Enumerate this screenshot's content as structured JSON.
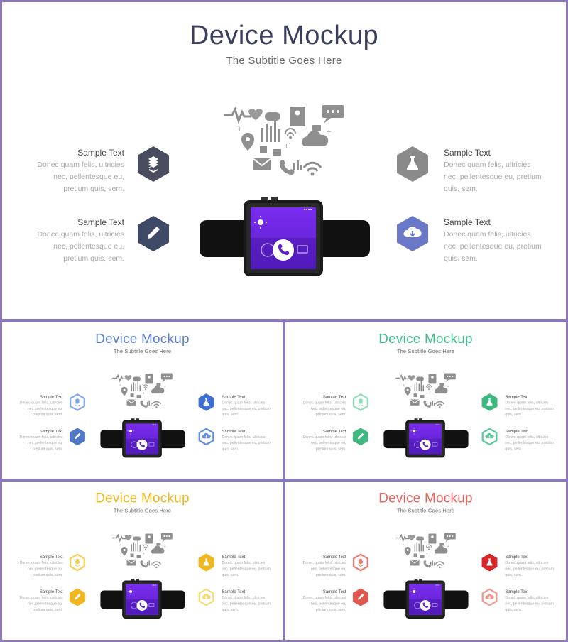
{
  "slides": [
    {
      "title": "Device Mockup",
      "subtitle": "The Subtitle Goes Here",
      "accent": "#3b3f5c",
      "hex": [
        "#4a4d5e",
        "#3e4a66",
        "#8a8a8a",
        "#6a78c8"
      ],
      "items": [
        {
          "label": "Sample Text",
          "text": "Donec quam felis, ultricies nec, pellentesque eu, pretium quis, sem."
        },
        {
          "label": "Sample Text",
          "text": "Donec quam felis, ultricies nec, pellentesque eu, pretium quis, sem."
        },
        {
          "label": "Sample Text",
          "text": "Donec quam felis, ultricies nec, pellentesque eu, pretium quis, sem."
        },
        {
          "label": "Sample Text",
          "text": "Donec quam felis, ultricies nec, pellentesque eu, pretium quis, sem."
        }
      ]
    },
    {
      "title": "Device Mockup",
      "subtitle": "The Subtitle Goes Here",
      "accent": "#5b7fcf",
      "hex": [
        "#7fa6ea",
        "#4f78c8",
        "#3f6fd0",
        "#5f8ee0"
      ],
      "items": [
        {
          "label": "Sample Text",
          "text": "Donec quam felis, ultricies nec, pellentesque eu, pretium quis, sem."
        },
        {
          "label": "Sample Text",
          "text": "Donec quam felis, ultricies nec, pellentesque eu, pretium quis, sem."
        },
        {
          "label": "Sample Text",
          "text": "Donec quam felis, ultricies nec, pellentesque eu, pretium quis, sem."
        },
        {
          "label": "Sample Text",
          "text": "Donec quam felis, ultricies nec, pellentesque eu, pretium quis, sem."
        }
      ]
    },
    {
      "title": "Device Mockup",
      "subtitle": "The Subtitle Goes Here",
      "accent": "#3fbf8a",
      "hex": [
        "#8fdcb8",
        "#3fb87f",
        "#3fb87f",
        "#5cc99a"
      ],
      "items": [
        {
          "label": "Sample Text",
          "text": "Donec quam felis, ultricies nec, pellentesque eu, pretium quis, sem."
        },
        {
          "label": "Sample Text",
          "text": "Donec quam felis, ultricies nec, pellentesque eu, pretium quis, sem."
        },
        {
          "label": "Sample Text",
          "text": "Donec quam felis, ultricies nec, pellentesque eu, pretium quis, sem."
        },
        {
          "label": "Sample Text",
          "text": "Donec quam felis, ultricies nec, pellentesque eu, pretium quis, sem."
        }
      ]
    },
    {
      "title": "Device Mockup",
      "subtitle": "The Subtitle Goes Here",
      "accent": "#f0b81e",
      "hex": [
        "#f5cf55",
        "#f0b81e",
        "#f0b81e",
        "#f7d979"
      ],
      "items": [
        {
          "label": "Sample Text",
          "text": "Donec quam felis, ultricies nec, pellentesque eu, pretium quis, sem."
        },
        {
          "label": "Sample Text",
          "text": "Donec quam felis, ultricies nec, pellentesque eu, pretium quis, sem."
        },
        {
          "label": "Sample Text",
          "text": "Donec quam felis, ultricies nec, pellentesque eu, pretium quis, sem."
        },
        {
          "label": "Sample Text",
          "text": "Donec quam felis, ultricies nec, pellentesque eu, pretium quis, sem."
        }
      ]
    },
    {
      "title": "Device Mockup",
      "subtitle": "The Subtitle Goes Here",
      "accent": "#e8605a",
      "hex": [
        "#ef7a72",
        "#e0574e",
        "#d8252a",
        "#f09790"
      ],
      "items": [
        {
          "label": "Sample Text",
          "text": "Donec quam felis, ultricies nec, pellentesque eu, pretium quis, sem."
        },
        {
          "label": "Sample Text",
          "text": "Donec quam felis, ultricies nec, pellentesque eu, pretium quis, sem."
        },
        {
          "label": "Sample Text",
          "text": "Donec quam felis, ultricies nec, pellentesque eu, pretium quis, sem."
        },
        {
          "label": "Sample Text",
          "text": "Donec quam felis, ultricies nec, pellentesque eu, pretium quis, sem."
        }
      ]
    }
  ],
  "icons": [
    "dropbox-icon",
    "pencil-icon",
    "flask-icon",
    "cloud-download-icon"
  ],
  "watch_colors": {
    "screen_top": "#7b2cf0",
    "screen_bottom": "#5a1fc8",
    "strap": "#111111",
    "bezel": "#222222"
  }
}
